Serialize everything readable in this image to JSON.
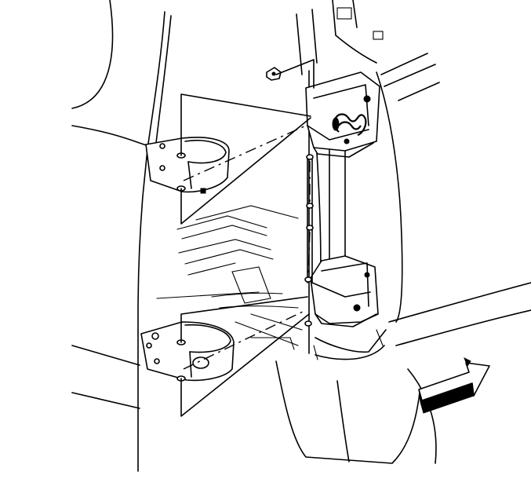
{
  "diagram": {
    "parts": [
      "vehicle-body",
      "door-upper-hinge-body-side",
      "door-lower-hinge-body-side",
      "door-upper-hinge-door-side",
      "door-lower-hinge-door-side",
      "hinge-pin",
      "hinge-spring",
      "hinge-nut",
      "callout-leaders",
      "direction-arrow"
    ],
    "colors": {
      "line": "#000000",
      "background": "#ffffff"
    },
    "icons": {
      "arrow": "forward-arrow-icon"
    }
  }
}
